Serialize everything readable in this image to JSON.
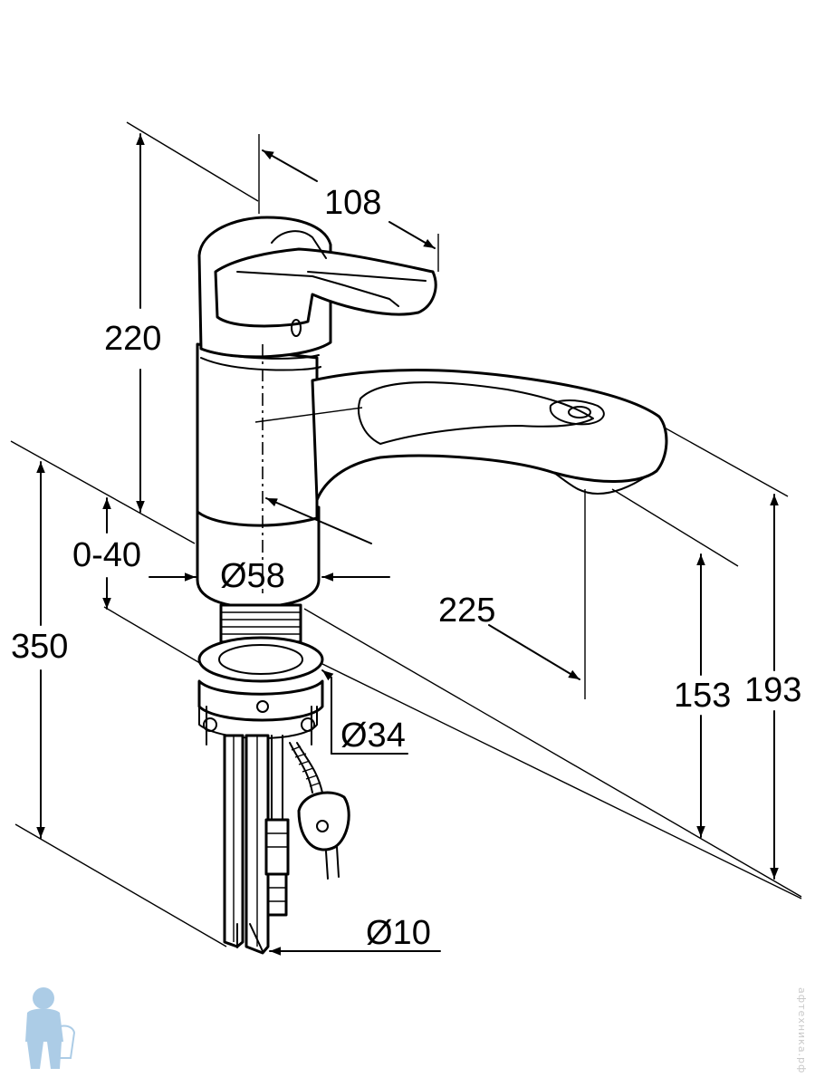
{
  "dimensions": {
    "spout_height_top": "220",
    "lever_length": "108",
    "adjust_range": "0-40",
    "body_diameter": "Ø58",
    "spout_reach": "225",
    "supply_length": "350",
    "thread_diameter": "Ø34",
    "hose_diameter": "Ø10",
    "outlet_height": "153",
    "total_height": "193"
  },
  "watermark": {
    "text": "афтехника.рф"
  },
  "colors": {
    "line": "#000000",
    "background": "#ffffff",
    "logo": "#4a90c8"
  },
  "icons": {
    "logo": "plumber-mascot-icon"
  }
}
